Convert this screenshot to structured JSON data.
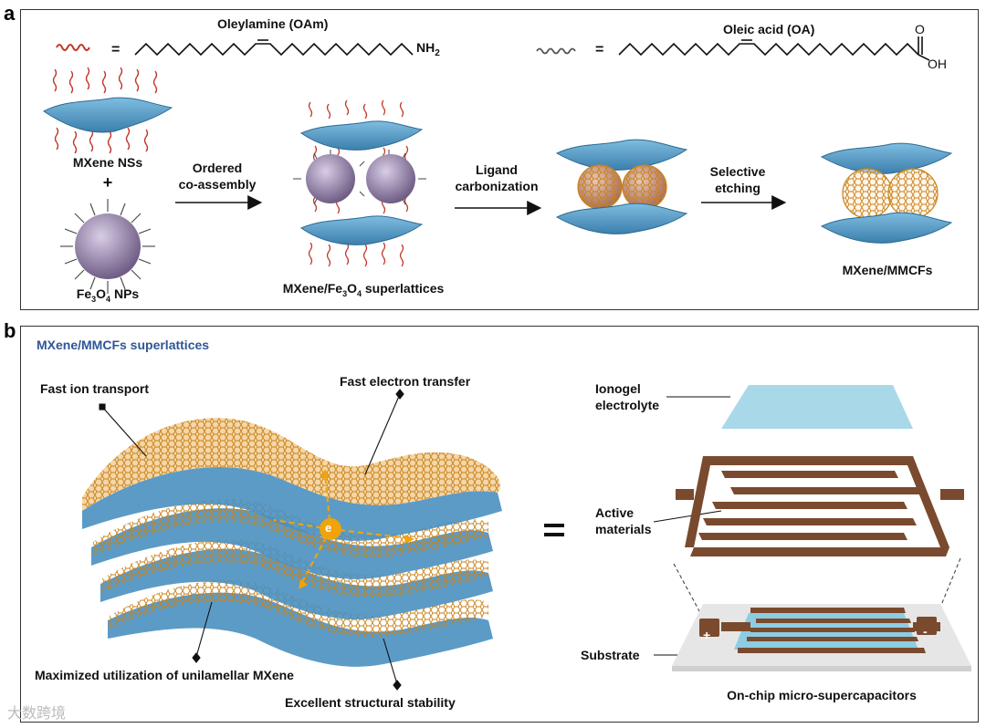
{
  "panel_a": {
    "label": "a",
    "oam_name": "Oleylamine (OAm)",
    "oam_group": "NH",
    "oam_sub": "2",
    "oa_name": "Oleic acid   (OA)",
    "oa_o": "O",
    "oa_oh": "OH",
    "equals": "=",
    "mxene_ns": "MXene NSs",
    "plus": "+",
    "fe_nps": {
      "pre": "Fe",
      "s1": "3",
      "mid": "O",
      "s2": "4",
      "post": " NPs"
    },
    "arrow1": [
      "Ordered",
      "co-assembly"
    ],
    "superlattice": {
      "pre": "MXene/Fe",
      "s1": "3",
      "mid": "O",
      "s2": "4",
      "post": " superlattices"
    },
    "arrow2": [
      "Ligand",
      "carbonization"
    ],
    "arrow3": [
      "Selective",
      "etching"
    ],
    "product": "MXene/MMCFs"
  },
  "panel_b": {
    "label": "b",
    "title": "MXene/MMCFs superlattices",
    "fast_ion": "Fast ion transport",
    "fast_electron": "Fast electron transfer",
    "electron_symbol": "e",
    "maximized": "Maximized utilization of unilamellar MXene",
    "stability": "Excellent structural stability",
    "equals": "=",
    "ionogel": [
      "Ionogel",
      "electrolyte"
    ],
    "active": [
      "Active",
      "materials"
    ],
    "substrate": "Substrate",
    "on_chip": "On-chip micro-supercapacitors",
    "plus_sign": "+",
    "minus_sign": "-"
  },
  "colors": {
    "mxene_blue": "#4a90c0",
    "oam_red": "#c0392b",
    "carbon_orange": "#d4891e",
    "np_purple": "#9a86ad",
    "electrode_brown": "#7a4a2e",
    "gel_blue": "#a9d8e8",
    "title_blue": "#2f5597"
  },
  "watermark": "大数跨境"
}
